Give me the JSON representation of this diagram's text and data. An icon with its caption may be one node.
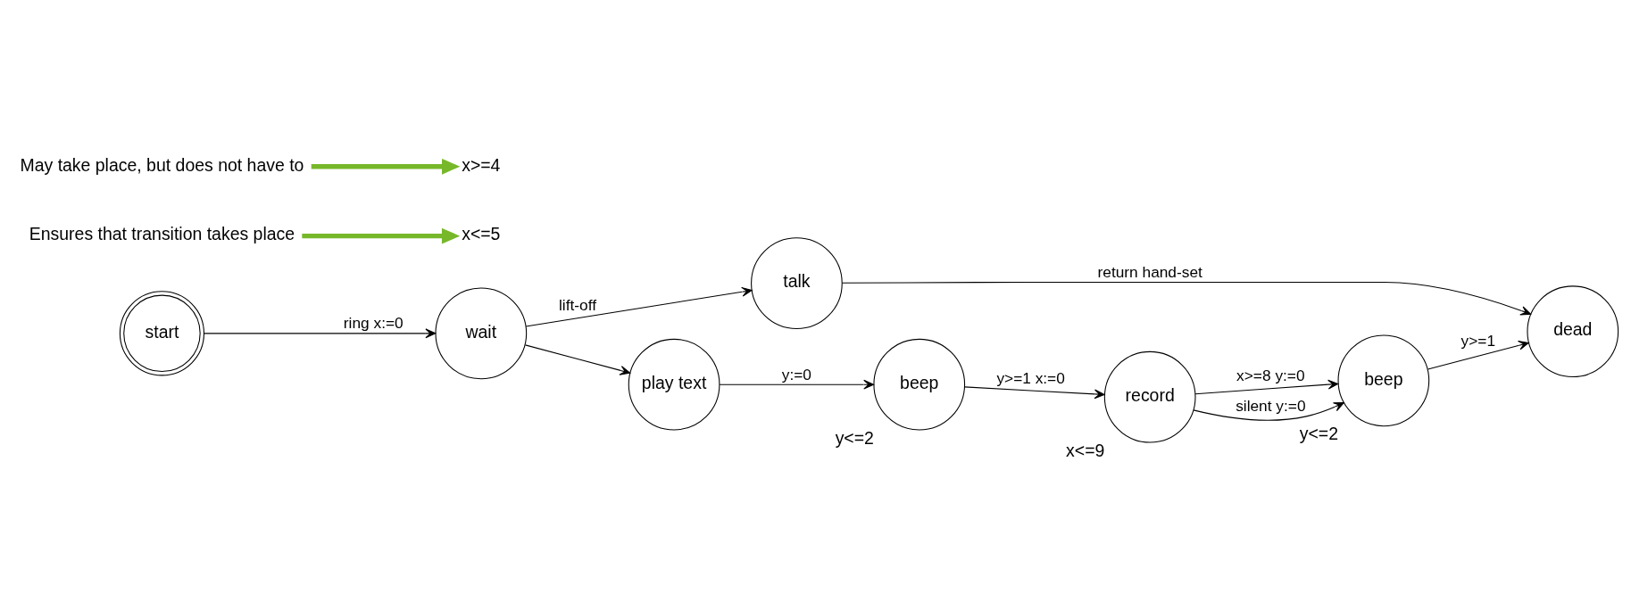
{
  "diagram": {
    "nodes": [
      {
        "text": [
          "start"
        ]
      },
      {
        "text": [
          "Ensures that transition takes place"
        ]
      },
      {
        "text": [
          "x<=5"
        ]
      },
      {
        "text": [
          "wait"
        ]
      },
      {
        "text": [
          "talk"
        ]
      },
      {
        "text": [
          "dead"
        ]
      },
      {
        "text": [
          "x>=4"
        ]
      },
      {
        "text": [
          "play text"
        ]
      },
      {
        "text": [
          "beep"
        ],
        "beside": [
          "y<=2"
        ]
      },
      {
        "text": [
          "record"
        ],
        "beside": [
          "x<=9"
        ]
      },
      {
        "text": [
          "beep"
        ],
        "beside": [
          "y<=2"
        ]
      },
      {
        "text": [
          "May take place, but does not have to"
        ]
      }
    ],
    "edges": [
      {
        "from": 0,
        "to": 3,
        "arrow": "to",
        "label": "ring x:=0"
      },
      {
        "from": 1,
        "to": 2,
        "arrow": "to",
        "style": "thick",
        "color": "#77b82a"
      },
      {
        "from": 3,
        "to": 4,
        "arrow": "to",
        "label": "lift-off"
      },
      {
        "from": 4,
        "to": 5,
        "arrow": "to",
        "label": "return hand-set"
      },
      {
        "from": 3,
        "to": 7,
        "arrow": "to"
      },
      {
        "from": 11,
        "to": 6,
        "arrow": "to",
        "style": "thick",
        "color": "#77b82a"
      },
      {
        "from": 7,
        "to": 8,
        "arrow": "to",
        "label": "y:=0"
      },
      {
        "from": 8,
        "to": 9,
        "arrow": "to",
        "label": "y>=1 x:=0"
      },
      {
        "from": 9,
        "to": 10,
        "arrow": "to",
        "label": "x>=8 y:=0"
      },
      {
        "from": 9,
        "to": 10,
        "arrow": "to",
        "label": "silent y:=0"
      },
      {
        "from": 10,
        "to": 5,
        "arrow": "to",
        "label": "y>=1"
      }
    ]
  }
}
